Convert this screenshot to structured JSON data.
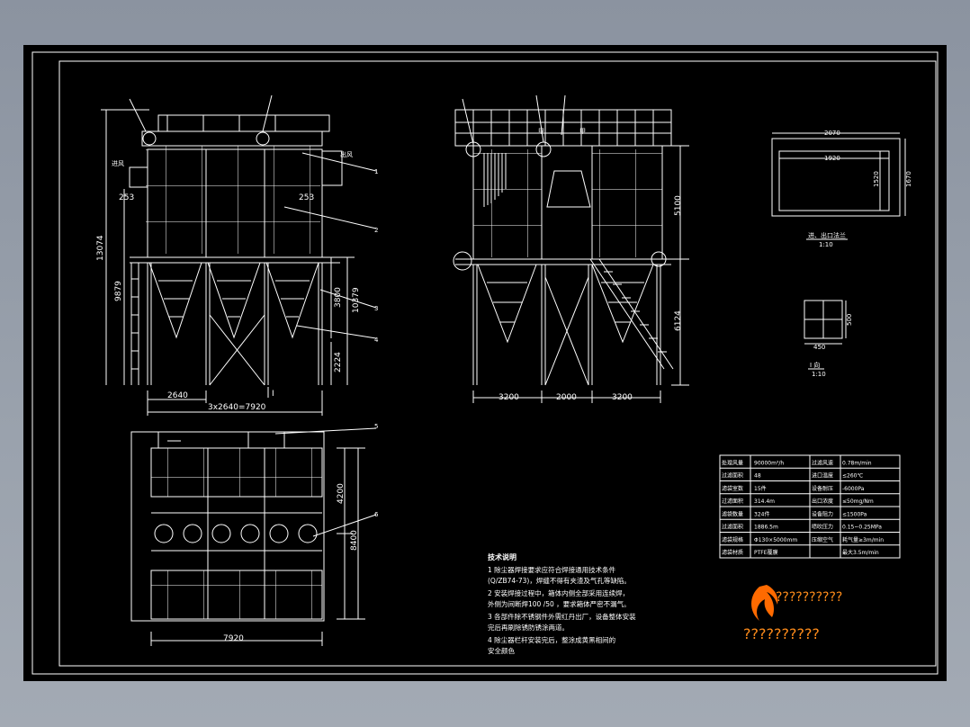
{
  "front_view": {
    "inlet": "进风",
    "outlet": "出风",
    "dim_total_height": "13074",
    "dim_support_height": "9879",
    "dim_right_height": "10379",
    "dim_hopper": "3800",
    "dim_leg": "2224",
    "dim_253_left": "253",
    "dim_253_right": "253",
    "dim_bay": "2640",
    "dim_total_width": "3x2640=7920",
    "section_mark": "I",
    "callouts": [
      "1",
      "2",
      "3",
      "4"
    ]
  },
  "side_view": {
    "dim_upper": "5100",
    "dim_lower": "6124",
    "dim_bays": [
      "3200",
      "2000",
      "3200"
    ],
    "label_a": "甲",
    "label_b": "甲"
  },
  "plan_view": {
    "dim_half": "4200",
    "dim_total": "8400",
    "dim_width": "7920",
    "callouts": [
      "5",
      "6"
    ]
  },
  "detail_top": {
    "dim_outer_w": "2070",
    "dim_inner_w": "1920",
    "dim_inner_h": "1520",
    "dim_outer_h": "1670",
    "caption": "进、出口法兰",
    "scale": "1:10"
  },
  "detail_bottom": {
    "dim_h": "500",
    "dim_w": "450",
    "caption": "I 向",
    "scale": "1:10"
  },
  "spec_table": [
    [
      "处理风量",
      "90000m³/h",
      "过滤风速",
      "0.78m/min"
    ],
    [
      "过滤面积",
      "48",
      "进口温度",
      "≤260℃"
    ],
    [
      "滤袋室数",
      "15件",
      "设备耐压",
      "-6000Pa"
    ],
    [
      "过滤面积",
      "314.4m",
      "出口浓度",
      "≤50mg/Nm"
    ],
    [
      "滤袋数量",
      "324件",
      "设备阻力",
      "≤1500Pa"
    ],
    [
      "过滤面积",
      "1886.5m",
      "喷吹压力",
      "0.15~0.25MPa"
    ],
    [
      "滤袋规格",
      "Φ130×5000mm",
      "压缩空气",
      "耗气量≥3m/min"
    ],
    [
      "滤袋材质",
      "PTFE覆膜",
      "",
      "最大3.5m/min"
    ]
  ],
  "notes": {
    "title": "技术说明",
    "items": [
      "1  除尘器焊接要求应符合焊接通用技术条件",
      "   (Q/ZB74-73)，焊缝不得有夹渣及气孔等缺陷。",
      "2  安装焊接过程中，箱体内侧全部采用连续焊，",
      "   外侧为间断焊100 /50 ，要求箱体严密不漏气。",
      "3  各部件除不锈钢件外需红丹出厂，设备整体安装",
      "   完后再刷除锈防锈涂两道。",
      "4  除尘器栏杆安装完后，整涂成黄黑相间的",
      "   安全颜色"
    ]
  },
  "logo": {
    "text": "??????????",
    "subtext": "??????????",
    "colors": {
      "flame": "#ff6a00",
      "text": "#ff8c1a"
    }
  },
  "colors": {
    "line": "#ffffff",
    "background": "#000000"
  }
}
